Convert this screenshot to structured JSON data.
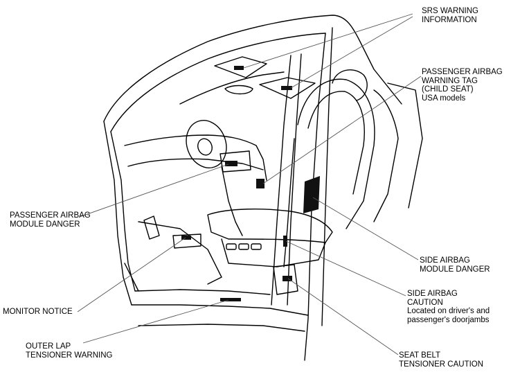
{
  "labels": {
    "srs_warning": [
      "SRS WARNING",
      "INFORMATION"
    ],
    "passenger_airbag_tag": [
      "PASSENGER AIRBAG",
      "WARNING TAG",
      "(CHILD SEAT)",
      "USA models"
    ],
    "passenger_airbag_danger": [
      "PASSENGER AIRBAG",
      "MODULE DANGER"
    ],
    "side_airbag_danger": [
      "SIDE AIRBAG",
      "MODULE DANGER"
    ],
    "side_airbag_caution": [
      "SIDE AIRBAG",
      "CAUTION",
      "Located on driver's and",
      "passenger's doorjambs"
    ],
    "monitor_notice": [
      "MONITOR NOTICE"
    ],
    "outer_lap_tensioner": [
      "OUTER LAP",
      "TENSIONER WARNING"
    ],
    "seat_belt_tensioner": [
      "SEAT BELT",
      "TENSIONER CAUTION"
    ]
  },
  "colors": {
    "line": "#000000",
    "leader": "#555555",
    "label_patch": "#111111",
    "background": "#ffffff"
  }
}
